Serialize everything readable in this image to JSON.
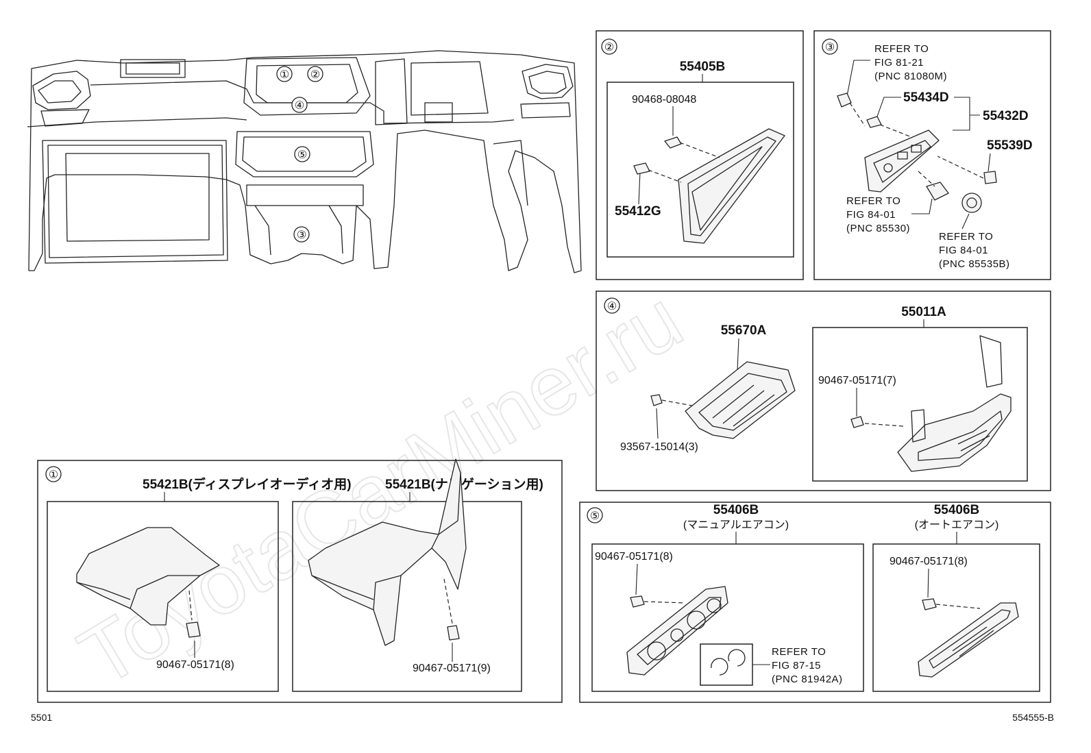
{
  "watermark": "ToyotaCarMiner.ru",
  "footer": {
    "left": "5501",
    "right": "554555-B"
  },
  "overview": {
    "markers": [
      "①",
      "②",
      "③",
      "④",
      "⑤"
    ]
  },
  "panel2": {
    "marker": "②",
    "parts": [
      "55405B",
      "90468-08048",
      "55412G"
    ]
  },
  "panel3": {
    "marker": "③",
    "parts": [
      "55434D",
      "55432D",
      "55539D"
    ],
    "refer_top": [
      "REFER TO",
      "FIG 81-21",
      "(PNC 81080M)"
    ],
    "refer_left": [
      "REFER TO",
      "FIG 84-01",
      "(PNC 85530)"
    ],
    "refer_right": [
      "REFER TO",
      "FIG 84-01",
      "(PNC 85535B)"
    ]
  },
  "panel4": {
    "marker": "④",
    "parts": [
      "55670A",
      "55011A",
      "90467-05171(7)",
      "93567-15014(3)"
    ]
  },
  "panel1": {
    "marker": "①",
    "left_title": "55421B(ディスプレイオーディオ用)",
    "right_title": "55421B(ナビゲーション用)",
    "left_clip": "90467-05171(8)",
    "right_clip": "90467-05171(9)"
  },
  "panel5": {
    "marker": "⑤",
    "left_title": "55406B",
    "left_sub": "(マニュアルエアコン)",
    "right_title": "55406B",
    "right_sub": "(オートエアコン)",
    "left_clip": "90467-05171(8)",
    "right_clip": "90467-05171(8)",
    "refer": [
      "REFER TO",
      "FIG 87-15",
      "(PNC 81942A)"
    ]
  }
}
